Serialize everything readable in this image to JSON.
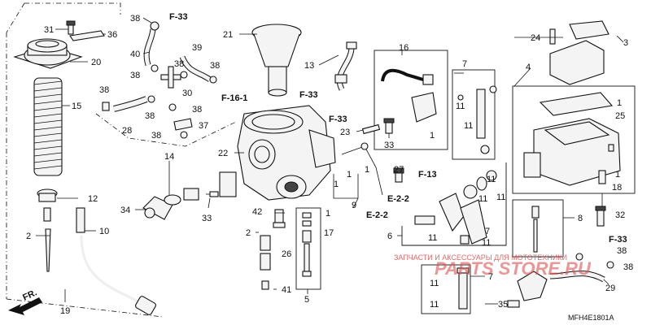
{
  "diagram": {
    "code": "MFH4E1801A",
    "direction_label": "FR.",
    "watermark": {
      "top": "ЗАПЧАСТИ И АКСЕССУАРЫ ДЛЯ МОТОТЕХНИКИ",
      "brand": "PARTS STORE.RU",
      "color": "#e05050"
    },
    "refs": {
      "f33_a": "F-33",
      "f33_b": "F-33",
      "f33_c": "F-33",
      "f33_d": "F-33",
      "f161": "F-16-1",
      "f13": "F-13",
      "e22_a": "E-2-2",
      "e22_b": "E-2-2"
    },
    "labels": {
      "n31": "31",
      "n36": "36",
      "n20": "20",
      "n15": "15",
      "n12": "12",
      "n2a": "2",
      "n10": "10",
      "n19": "19",
      "n38a": "38",
      "n40": "40",
      "n38b": "38",
      "n39": "39",
      "n38c": "38",
      "n30": "30",
      "n38d": "38",
      "n38e": "38",
      "n28": "28",
      "n38f": "38",
      "n38g": "38",
      "n37": "37",
      "n21": "21",
      "n13": "13",
      "n22": "22",
      "n14": "14",
      "n34": "34",
      "n33a": "33",
      "n23": "23",
      "n33b": "33",
      "n16": "16",
      "n1a": "1",
      "n1b": "1",
      "n27": "27",
      "n9": "9",
      "n1c": "1",
      "n1d": "1",
      "n42": "42",
      "n1e": "1",
      "n17": "17",
      "n2b": "2",
      "n26": "26",
      "n41": "41",
      "n5": "5",
      "n7a": "7",
      "n11a": "11",
      "n11b": "11",
      "n11c": "11",
      "n11d": "11",
      "n11e": "11",
      "n6": "6",
      "n11f": "11",
      "n7b": "7",
      "n11g": "11",
      "n24": "24",
      "n3": "3",
      "n4": "4",
      "n1f": "1",
      "n25": "25",
      "n1g": "1",
      "n18": "18",
      "n32": "32",
      "n8": "8",
      "n38h": "38",
      "n38i": "38",
      "n29": "29",
      "n11h": "11",
      "n7c": "7",
      "n11i": "11",
      "n35": "35"
    }
  }
}
